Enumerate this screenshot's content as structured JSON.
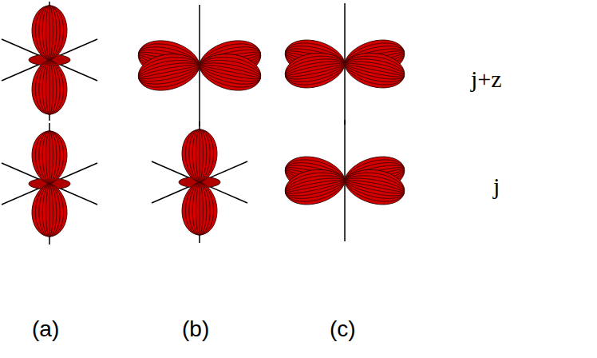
{
  "diagram": {
    "labels": [
      "j+z",
      "j",
      "(a)",
      "(b)",
      "(c)"
    ]
  }
}
